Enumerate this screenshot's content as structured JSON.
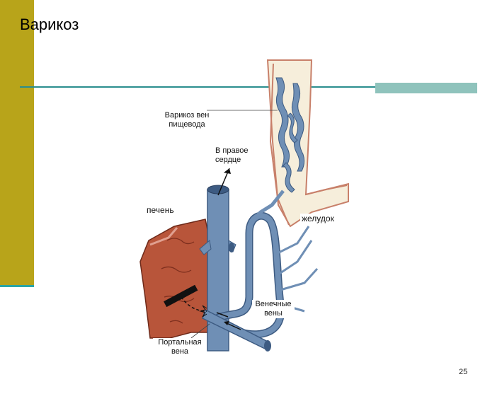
{
  "slide": {
    "title": "Варикоз",
    "page_number": "25"
  },
  "labels": {
    "esophageal_varices": "Варикоз вен пищевода",
    "to_right_heart": "В правое сердце",
    "liver": "печень",
    "stomach": "желудок",
    "coronary_veins": "Венечные вены",
    "portal_vein": "Портальная вена"
  },
  "colors": {
    "sidebar": "#b8a41a",
    "title_rule": "#2a8e8e",
    "vein_blue": "#6f8fb5",
    "liver_red": "#b8553a",
    "esophagus_beige": "#f6eedb"
  }
}
